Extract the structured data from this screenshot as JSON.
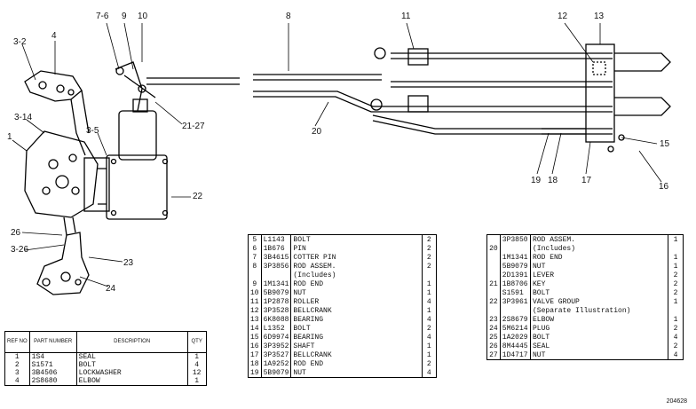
{
  "callouts": [
    "7-6",
    "9",
    "10",
    "8",
    "11",
    "12",
    "13",
    "3-2",
    "4",
    "3-14",
    "3-5",
    "1",
    "21-27",
    "20",
    "15",
    "19",
    "18",
    "17",
    "16",
    "22",
    "26",
    "3-26",
    "23",
    "24"
  ],
  "table1": {
    "headers": [
      "REF NO",
      "PART NUMBER",
      "DESCRIPTION",
      "QTY"
    ],
    "rows": [
      {
        "ref": "1",
        "part": "1S4",
        "desc": "SEAL",
        "qty": "1"
      },
      {
        "ref": "2",
        "part": "S1571",
        "desc": "BOLT",
        "qty": "4"
      },
      {
        "ref": "3",
        "part": "3B4506",
        "desc": "LOCKWASHER",
        "qty": "12"
      },
      {
        "ref": "4",
        "part": "2S8680",
        "desc": "ELBOW",
        "qty": "1"
      }
    ]
  },
  "table2": {
    "rows": [
      {
        "ref": "5",
        "part": "L1143",
        "desc": "BOLT",
        "qty": "2"
      },
      {
        "ref": "6",
        "part": "1B676",
        "desc": "PIN",
        "qty": "2"
      },
      {
        "ref": "7",
        "part": "3B4615",
        "desc": "COTTER PIN",
        "qty": "2"
      },
      {
        "ref": "8",
        "part": "3P3856",
        "desc": "ROD ASSEM.",
        "qty": "2"
      },
      {
        "ref": "",
        "part": "",
        "desc": "(Includes)",
        "qty": ""
      },
      {
        "ref": "9",
        "part": "1M1341",
        "desc": "ROD END",
        "qty": "1"
      },
      {
        "ref": "10",
        "part": "5B9079",
        "desc": "NUT",
        "qty": "1"
      },
      {
        "ref": "11",
        "part": "1P2878",
        "desc": "ROLLER",
        "qty": "4"
      },
      {
        "ref": "12",
        "part": "3P3528",
        "desc": "BELLCRANK",
        "qty": "1"
      },
      {
        "ref": "13",
        "part": "6K8088",
        "desc": "BEARING",
        "qty": "4"
      },
      {
        "ref": "14",
        "part": "L1352",
        "desc": "BOLT",
        "qty": "2"
      },
      {
        "ref": "15",
        "part": "6D9974",
        "desc": "BEARING",
        "qty": "4"
      },
      {
        "ref": "16",
        "part": "3P3952",
        "desc": "SHAFT",
        "qty": "1"
      },
      {
        "ref": "17",
        "part": "3P3527",
        "desc": "BELLCRANK",
        "qty": "1"
      },
      {
        "ref": "18",
        "part": "1A9252",
        "desc": "ROD END",
        "qty": "2"
      },
      {
        "ref": "19",
        "part": "5B9079",
        "desc": "NUT",
        "qty": "4"
      }
    ]
  },
  "table3": {
    "rows": [
      {
        "ref": "",
        "part": "3P3850",
        "desc": "ROD ASSEM.",
        "qty": "1"
      },
      {
        "ref": "20",
        "part": "",
        "desc": "(Includes)",
        "qty": ""
      },
      {
        "ref": "",
        "part": "1M1341",
        "desc": "ROD END",
        "qty": "1"
      },
      {
        "ref": "",
        "part": "5B9079",
        "desc": "NUT",
        "qty": "1"
      },
      {
        "ref": "",
        "part": "2D1391",
        "desc": "LEVER",
        "qty": "2"
      },
      {
        "ref": "21",
        "part": "1B8706",
        "desc": "KEY",
        "qty": "2"
      },
      {
        "ref": "",
        "part": "S1591",
        "desc": "BOLT",
        "qty": "2"
      },
      {
        "ref": "22",
        "part": "3P3961",
        "desc": "VALVE GROUP",
        "qty": "1"
      },
      {
        "ref": "",
        "part": "",
        "desc": "(Separate Illustration)",
        "qty": ""
      },
      {
        "ref": "23",
        "part": "2S8679",
        "desc": "ELBOW",
        "qty": "1"
      },
      {
        "ref": "24",
        "part": "5M6214",
        "desc": "PLUG",
        "qty": "2"
      },
      {
        "ref": "25",
        "part": "1A2029",
        "desc": "BOLT",
        "qty": "4"
      },
      {
        "ref": "26",
        "part": "8M4445",
        "desc": "SEAL",
        "qty": "2"
      },
      {
        "ref": "27",
        "part": "1D4717",
        "desc": "NUT",
        "qty": "4"
      }
    ]
  },
  "drawing_number": "204628"
}
